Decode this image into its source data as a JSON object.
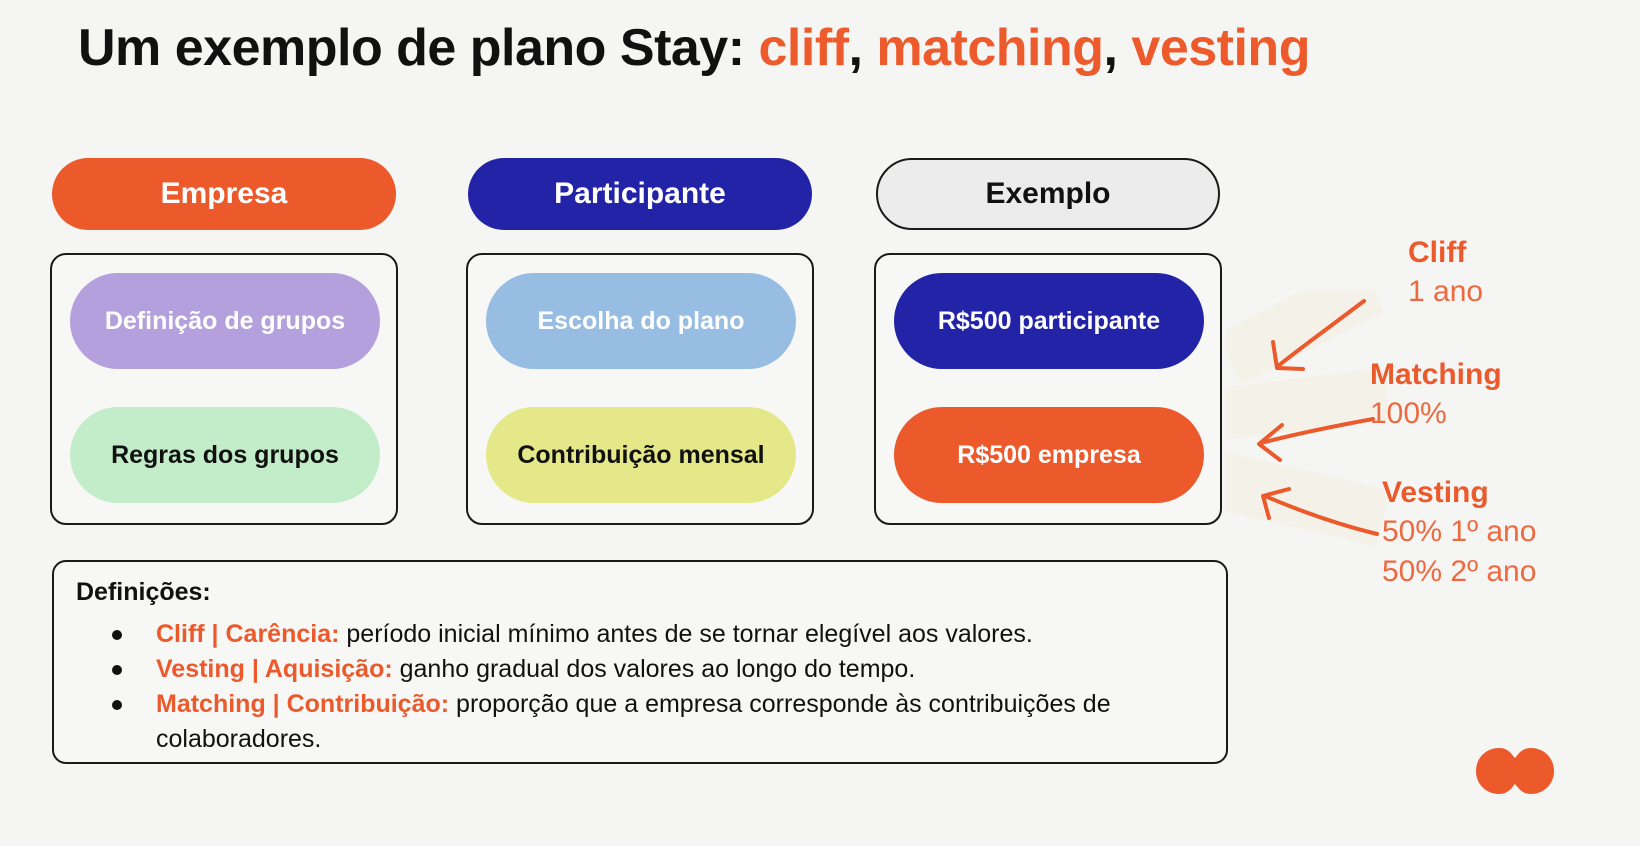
{
  "slide": {
    "title_plain_prefix": "Um exemplo de plano Stay: ",
    "title_accent_1": "cliff",
    "title_sep_1": ", ",
    "title_accent_2": "matching",
    "title_sep_2": ", ",
    "title_accent_3": "vesting",
    "background_color": "#f5f5f4"
  },
  "colors": {
    "orange": "#ec5a2c",
    "orange_text": "#ed5b2d",
    "navy": "#2323a8",
    "purple": "#b3a0dc",
    "green": "#c3edc8",
    "light_blue": "#97bde2",
    "yellow": "#e5e888",
    "grey_pill": "#ececec",
    "cream_highlight": "#f4f1e8"
  },
  "columns": [
    {
      "header": "Empresa",
      "items": [
        {
          "label": "Definição de grupos"
        },
        {
          "label": "Regras dos grupos"
        }
      ]
    },
    {
      "header": "Participante",
      "items": [
        {
          "label": "Escolha do plano"
        },
        {
          "label": "Contribuição mensal"
        }
      ]
    },
    {
      "header": "Exemplo",
      "items": [
        {
          "label": "R$500 participante"
        },
        {
          "label": "R$500 empresa"
        }
      ]
    }
  ],
  "annotations": [
    {
      "title": "Cliff",
      "sub_1": "1 ano",
      "sub_2": ""
    },
    {
      "title": "Matching",
      "sub_1": "100%",
      "sub_2": ""
    },
    {
      "title": "Vesting",
      "sub_1": "50% 1º ano",
      "sub_2": "50% 2º ano"
    }
  ],
  "definitions": {
    "heading": "Definições:",
    "items": [
      {
        "term": "Cliff | Carência:",
        "text": " período inicial mínimo antes de se tornar elegível aos valores."
      },
      {
        "term": "Vesting | Aquisição:",
        "text": " ganho gradual dos valores ao longo do tempo."
      },
      {
        "term": "Matching | Contribuição:",
        "text": " proporção que a empresa corresponde às contribuições de colaboradores."
      }
    ]
  },
  "logo": {
    "name": "stay-peanut-logo",
    "color": "#ec5a2c"
  }
}
